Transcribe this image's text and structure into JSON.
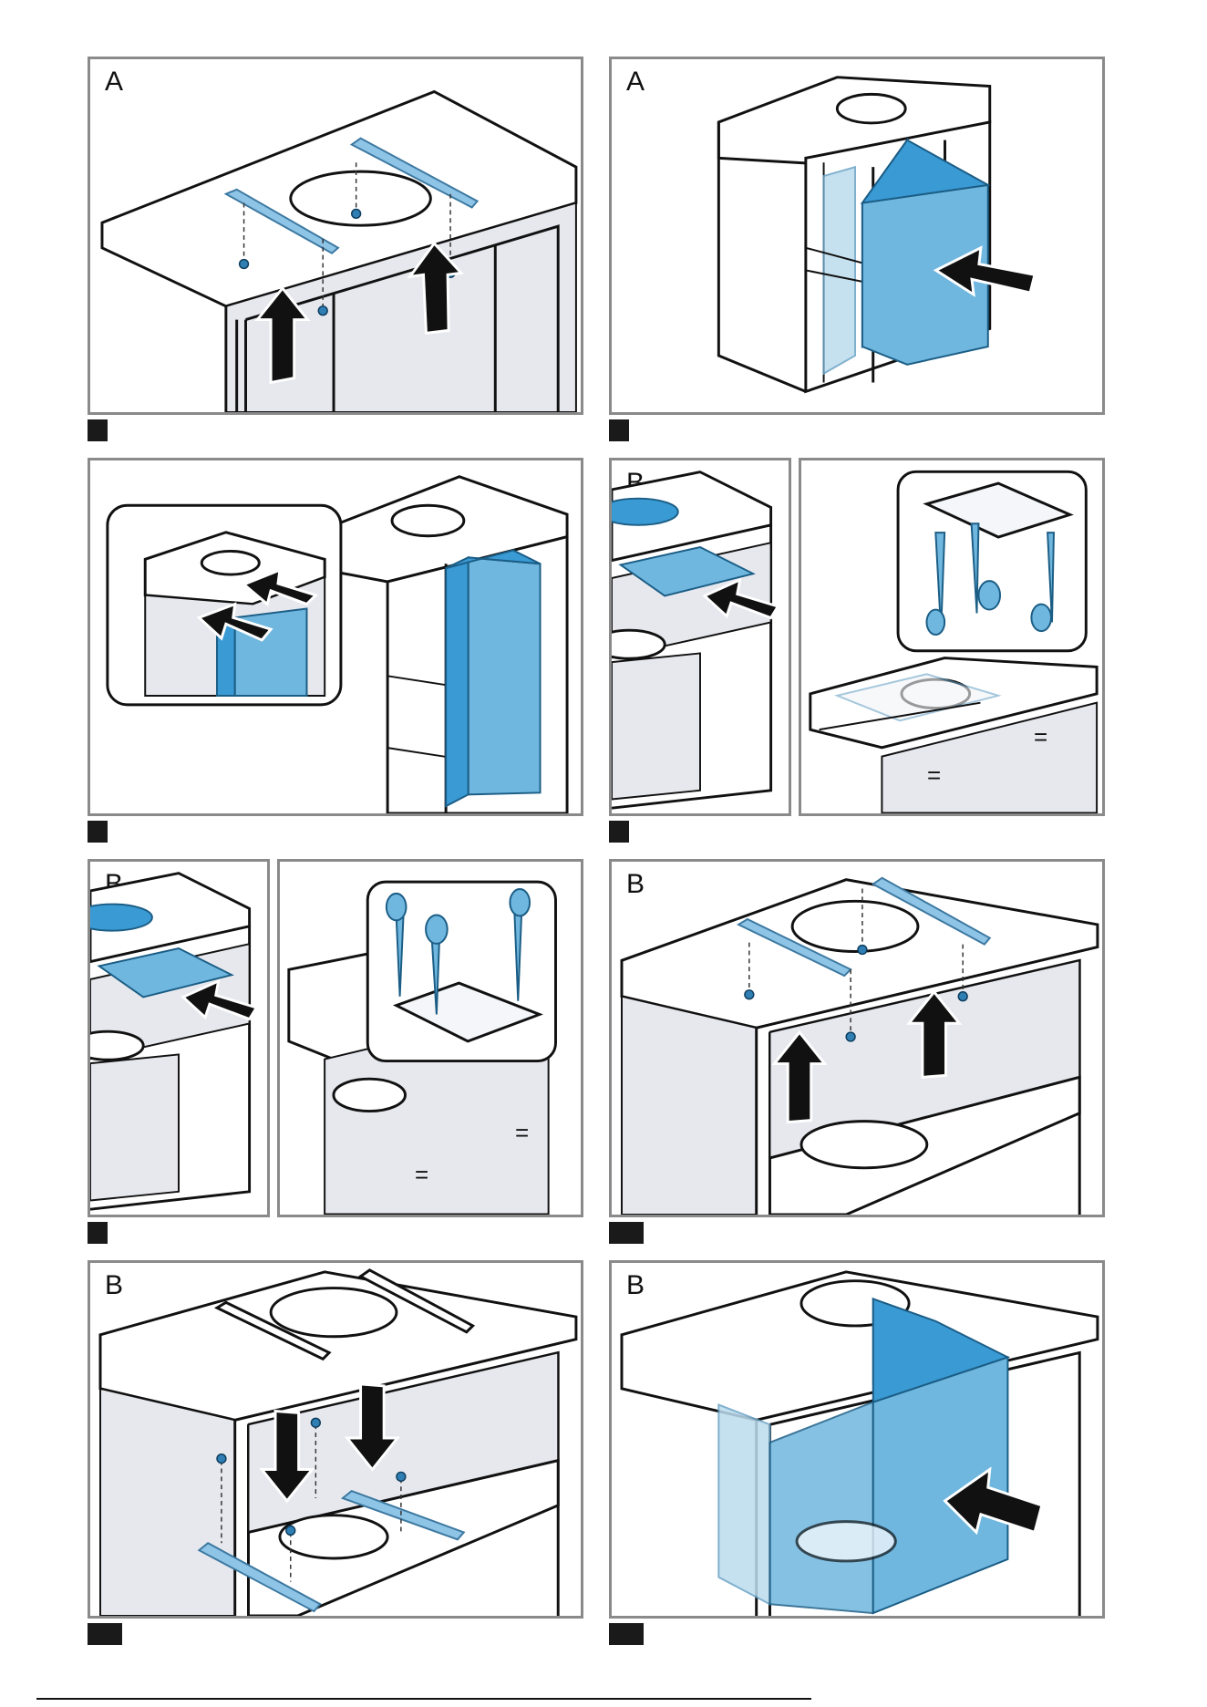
{
  "panels": [
    {
      "id": "p1",
      "label": "A"
    },
    {
      "id": "p2",
      "label": "A"
    },
    {
      "id": "p3",
      "label": ""
    },
    {
      "id": "p4a",
      "label": "B"
    },
    {
      "id": "p4b",
      "label": ""
    },
    {
      "id": "p5a",
      "label": "B"
    },
    {
      "id": "p5b",
      "label": ""
    },
    {
      "id": "p6",
      "label": "B"
    },
    {
      "id": "p7",
      "label": "B"
    },
    {
      "id": "p8",
      "label": "B"
    }
  ],
  "marks": {
    "equal": "="
  },
  "colors": {
    "frame": "#8a8a8a",
    "blue_dark": "#3a9ad4",
    "blue_light": "#6fb7df",
    "blue_pale": "#bcdcee",
    "step_marker": "#1a1a1a"
  },
  "icons": [
    "push-arrow-icon",
    "screw-icon",
    "mounting-rail",
    "template-sheet",
    "awl-icon",
    "step-number-marker"
  ]
}
